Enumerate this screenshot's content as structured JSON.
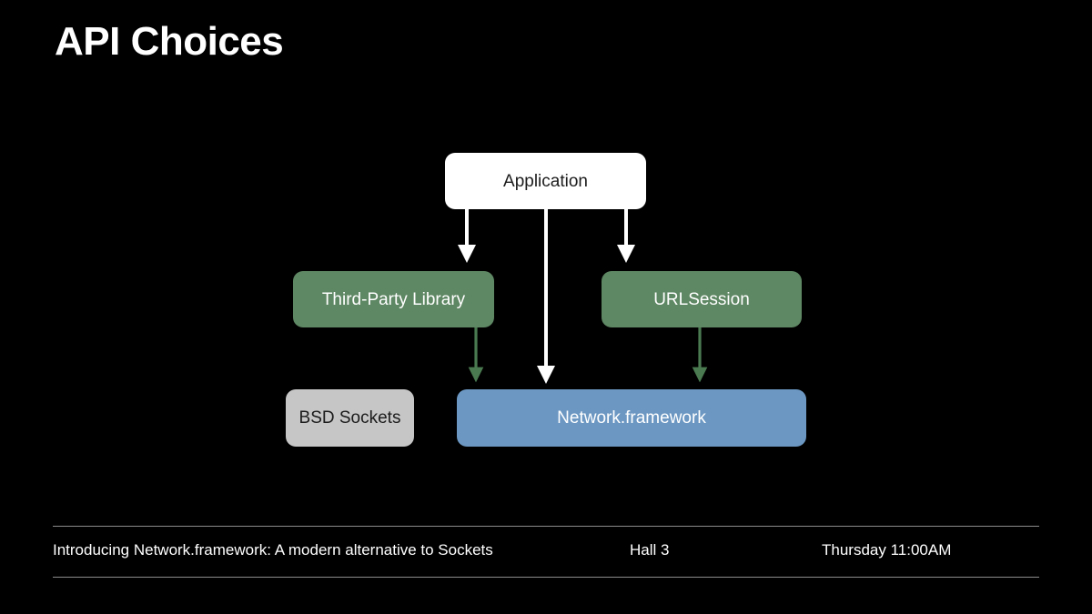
{
  "slide": {
    "title": "API Choices",
    "background_color": "#000000"
  },
  "diagram": {
    "type": "layered-block-diagram",
    "nodes": [
      {
        "id": "application",
        "label": "Application",
        "fill": "#ffffff",
        "text_color": "#1c1c1c",
        "layer": 1
      },
      {
        "id": "third-party",
        "label": "Third-Party Library",
        "fill": "#5e8763",
        "text_color": "#ffffff",
        "layer": 2
      },
      {
        "id": "urlsession",
        "label": "URLSession",
        "fill": "#5e8763",
        "text_color": "#ffffff",
        "layer": 2
      },
      {
        "id": "bsd-sockets",
        "label": "BSD Sockets",
        "fill": "#c6c6c6",
        "text_color": "#1c1c1c",
        "layer": 3
      },
      {
        "id": "network-framework",
        "label": "Network.framework",
        "fill": "#6b97c2",
        "text_color": "#ffffff",
        "layer": 3
      }
    ],
    "edges": [
      {
        "id": "app-to-thirdparty",
        "from": "application",
        "to": "third-party",
        "color": "#ffffff"
      },
      {
        "id": "app-to-netfw",
        "from": "application",
        "to": "network-framework",
        "color": "#ffffff"
      },
      {
        "id": "app-to-urlsession",
        "from": "application",
        "to": "urlsession",
        "color": "#ffffff"
      },
      {
        "id": "thirdparty-to-netfw",
        "from": "third-party",
        "to": "network-framework",
        "color": "#4a7a50"
      },
      {
        "id": "urlsession-to-netfw",
        "from": "urlsession",
        "to": "network-framework",
        "color": "#4a7a50"
      }
    ]
  },
  "footer": {
    "session_title": "Introducing Network.framework: A modern alternative to Sockets",
    "location": "Hall 3",
    "time": "Thursday 11:00AM",
    "rule_color": "#8c8c8c"
  }
}
